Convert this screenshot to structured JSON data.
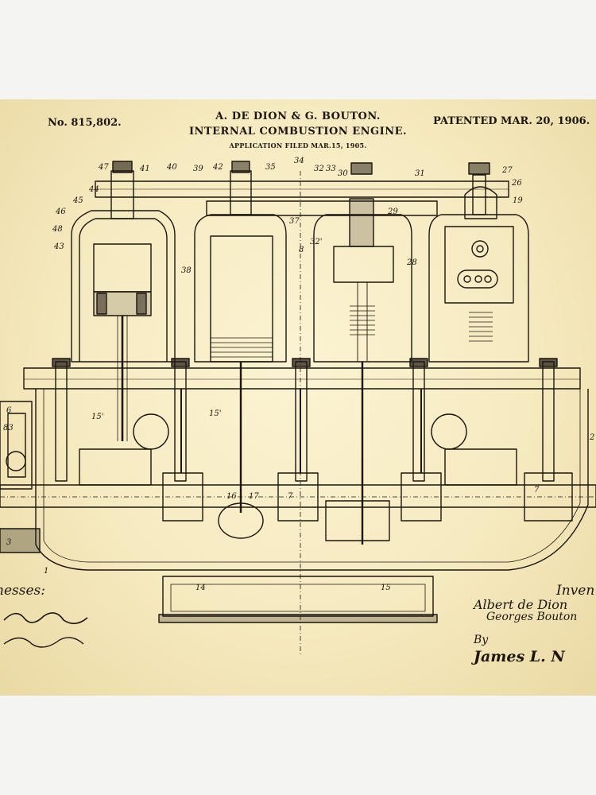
{
  "patent": {
    "number": "No. 815,802.",
    "inventors_heading": "A. DE DION & G. BOUTON.",
    "title": "INTERNAL COMBUSTION ENGINE.",
    "application_filed": "APPLICATION FILED MAR.15, 1905.",
    "patented": "PATENTED MAR. 20, 1906."
  },
  "signatures": {
    "witnesses_label": "nesses:",
    "inventors_label": "Inven",
    "inventor_1": "Albert de Dion",
    "inventor_2": "Georges Bouton",
    "by": "By",
    "attorney": "James L. N"
  },
  "reference_numerals": [
    "47",
    "41",
    "40",
    "39",
    "42",
    "35",
    "34",
    "32",
    "33",
    "30",
    "31",
    "27",
    "26",
    "19",
    "44",
    "45",
    "46",
    "48",
    "43",
    "38",
    "29",
    "37",
    "8",
    "32'",
    "28",
    "6",
    "83",
    "15'",
    "15'",
    "2",
    "16",
    "17",
    "7",
    "7",
    "1",
    "14",
    "15",
    "3"
  ],
  "colors": {
    "paper": "#f6eac0",
    "ink": "#1c160e",
    "background": "#f4f4f2"
  }
}
